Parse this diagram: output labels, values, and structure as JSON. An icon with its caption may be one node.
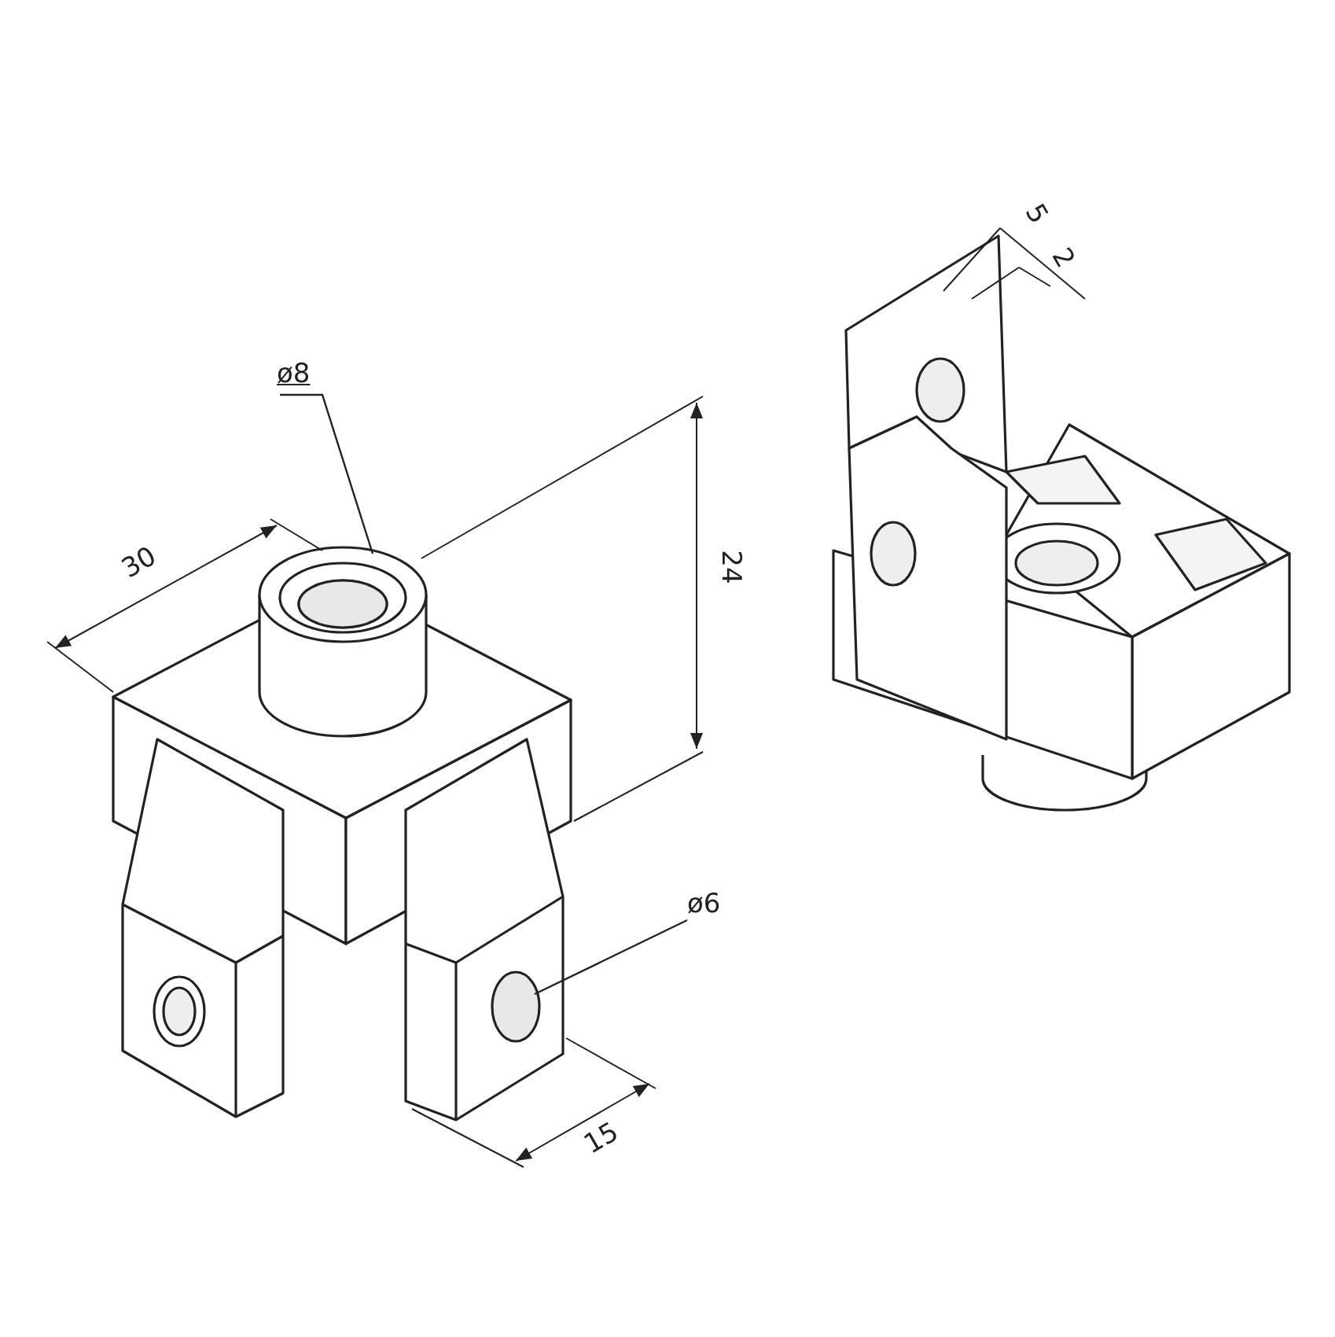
{
  "diagram": {
    "nodes": [
      {
        "text": [
          "ø8"
        ]
      },
      {
        "text": [],
        "shape": "circle"
      },
      {
        "text": [
          "ø6"
        ]
      },
      {
        "text": [],
        "shape": "circle"
      }
    ],
    "edges": [
      {
        "from": 0,
        "to": 1,
        "arrow": "none"
      },
      {
        "from": 2,
        "to": 3,
        "arrow": "none"
      }
    ],
    "labels": [
      "30",
      "24",
      "15",
      "5",
      "2"
    ]
  }
}
